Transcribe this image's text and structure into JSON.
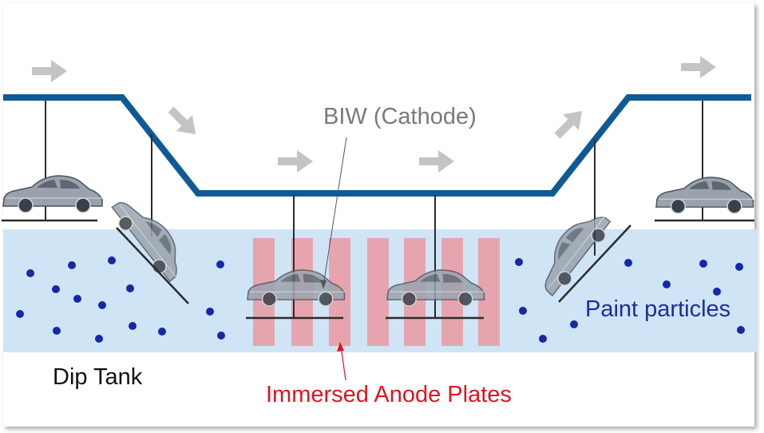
{
  "labels": {
    "cathode": "BIW (Cathode)",
    "particles": "Paint particles",
    "tank": "Dip Tank",
    "anode": "Immersed Anode Plates"
  },
  "colors": {
    "conveyor": "#0f5a96",
    "tank_fill": "#cfe5f6",
    "anode_plate": "#e8a2ab",
    "particle": "#1528a6",
    "flow_arrow": "#c4c4c4",
    "cathode_text": "#7a7a7a",
    "anode_text": "#e0141e",
    "particles_text": "#1a2f9a"
  },
  "icons": {
    "car": "car-body-icon",
    "flow": "flow-direction-arrow-icon"
  }
}
